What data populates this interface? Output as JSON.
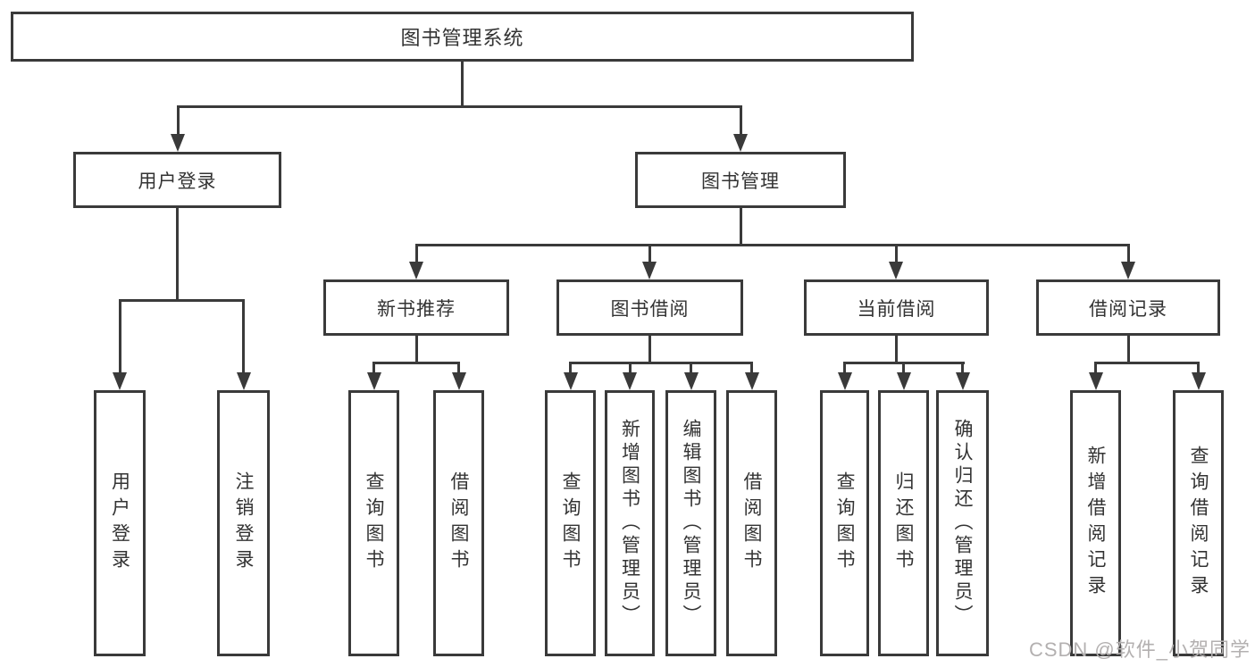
{
  "nodes": {
    "root": "图书管理系统",
    "branch_user": {
      "label": "用户登录",
      "children": [
        "用户登录",
        "注销登录"
      ]
    },
    "branch_book": {
      "label": "图书管理",
      "children": {
        "new_book": {
          "label": "新书推荐",
          "children": [
            "查询图书",
            "借阅图书"
          ]
        },
        "borrow": {
          "label": "图书借阅",
          "children": [
            "查询图书",
            "新增图书（管理员）",
            "编辑图书（管理员）",
            "借阅图书"
          ]
        },
        "current": {
          "label": "当前借阅",
          "children": [
            "查询图书",
            "归还图书",
            "确认归还（管理员）"
          ]
        },
        "record": {
          "label": "借阅记录",
          "children": [
            "新增借阅记录",
            "查询借阅记录"
          ]
        }
      }
    }
  },
  "watermark": "CSDN @软件_小贺同学",
  "colors": {
    "line": "#3a3a3a",
    "text": "#333333",
    "watermark": "#b3b0b0",
    "background": "#ffffff"
  }
}
